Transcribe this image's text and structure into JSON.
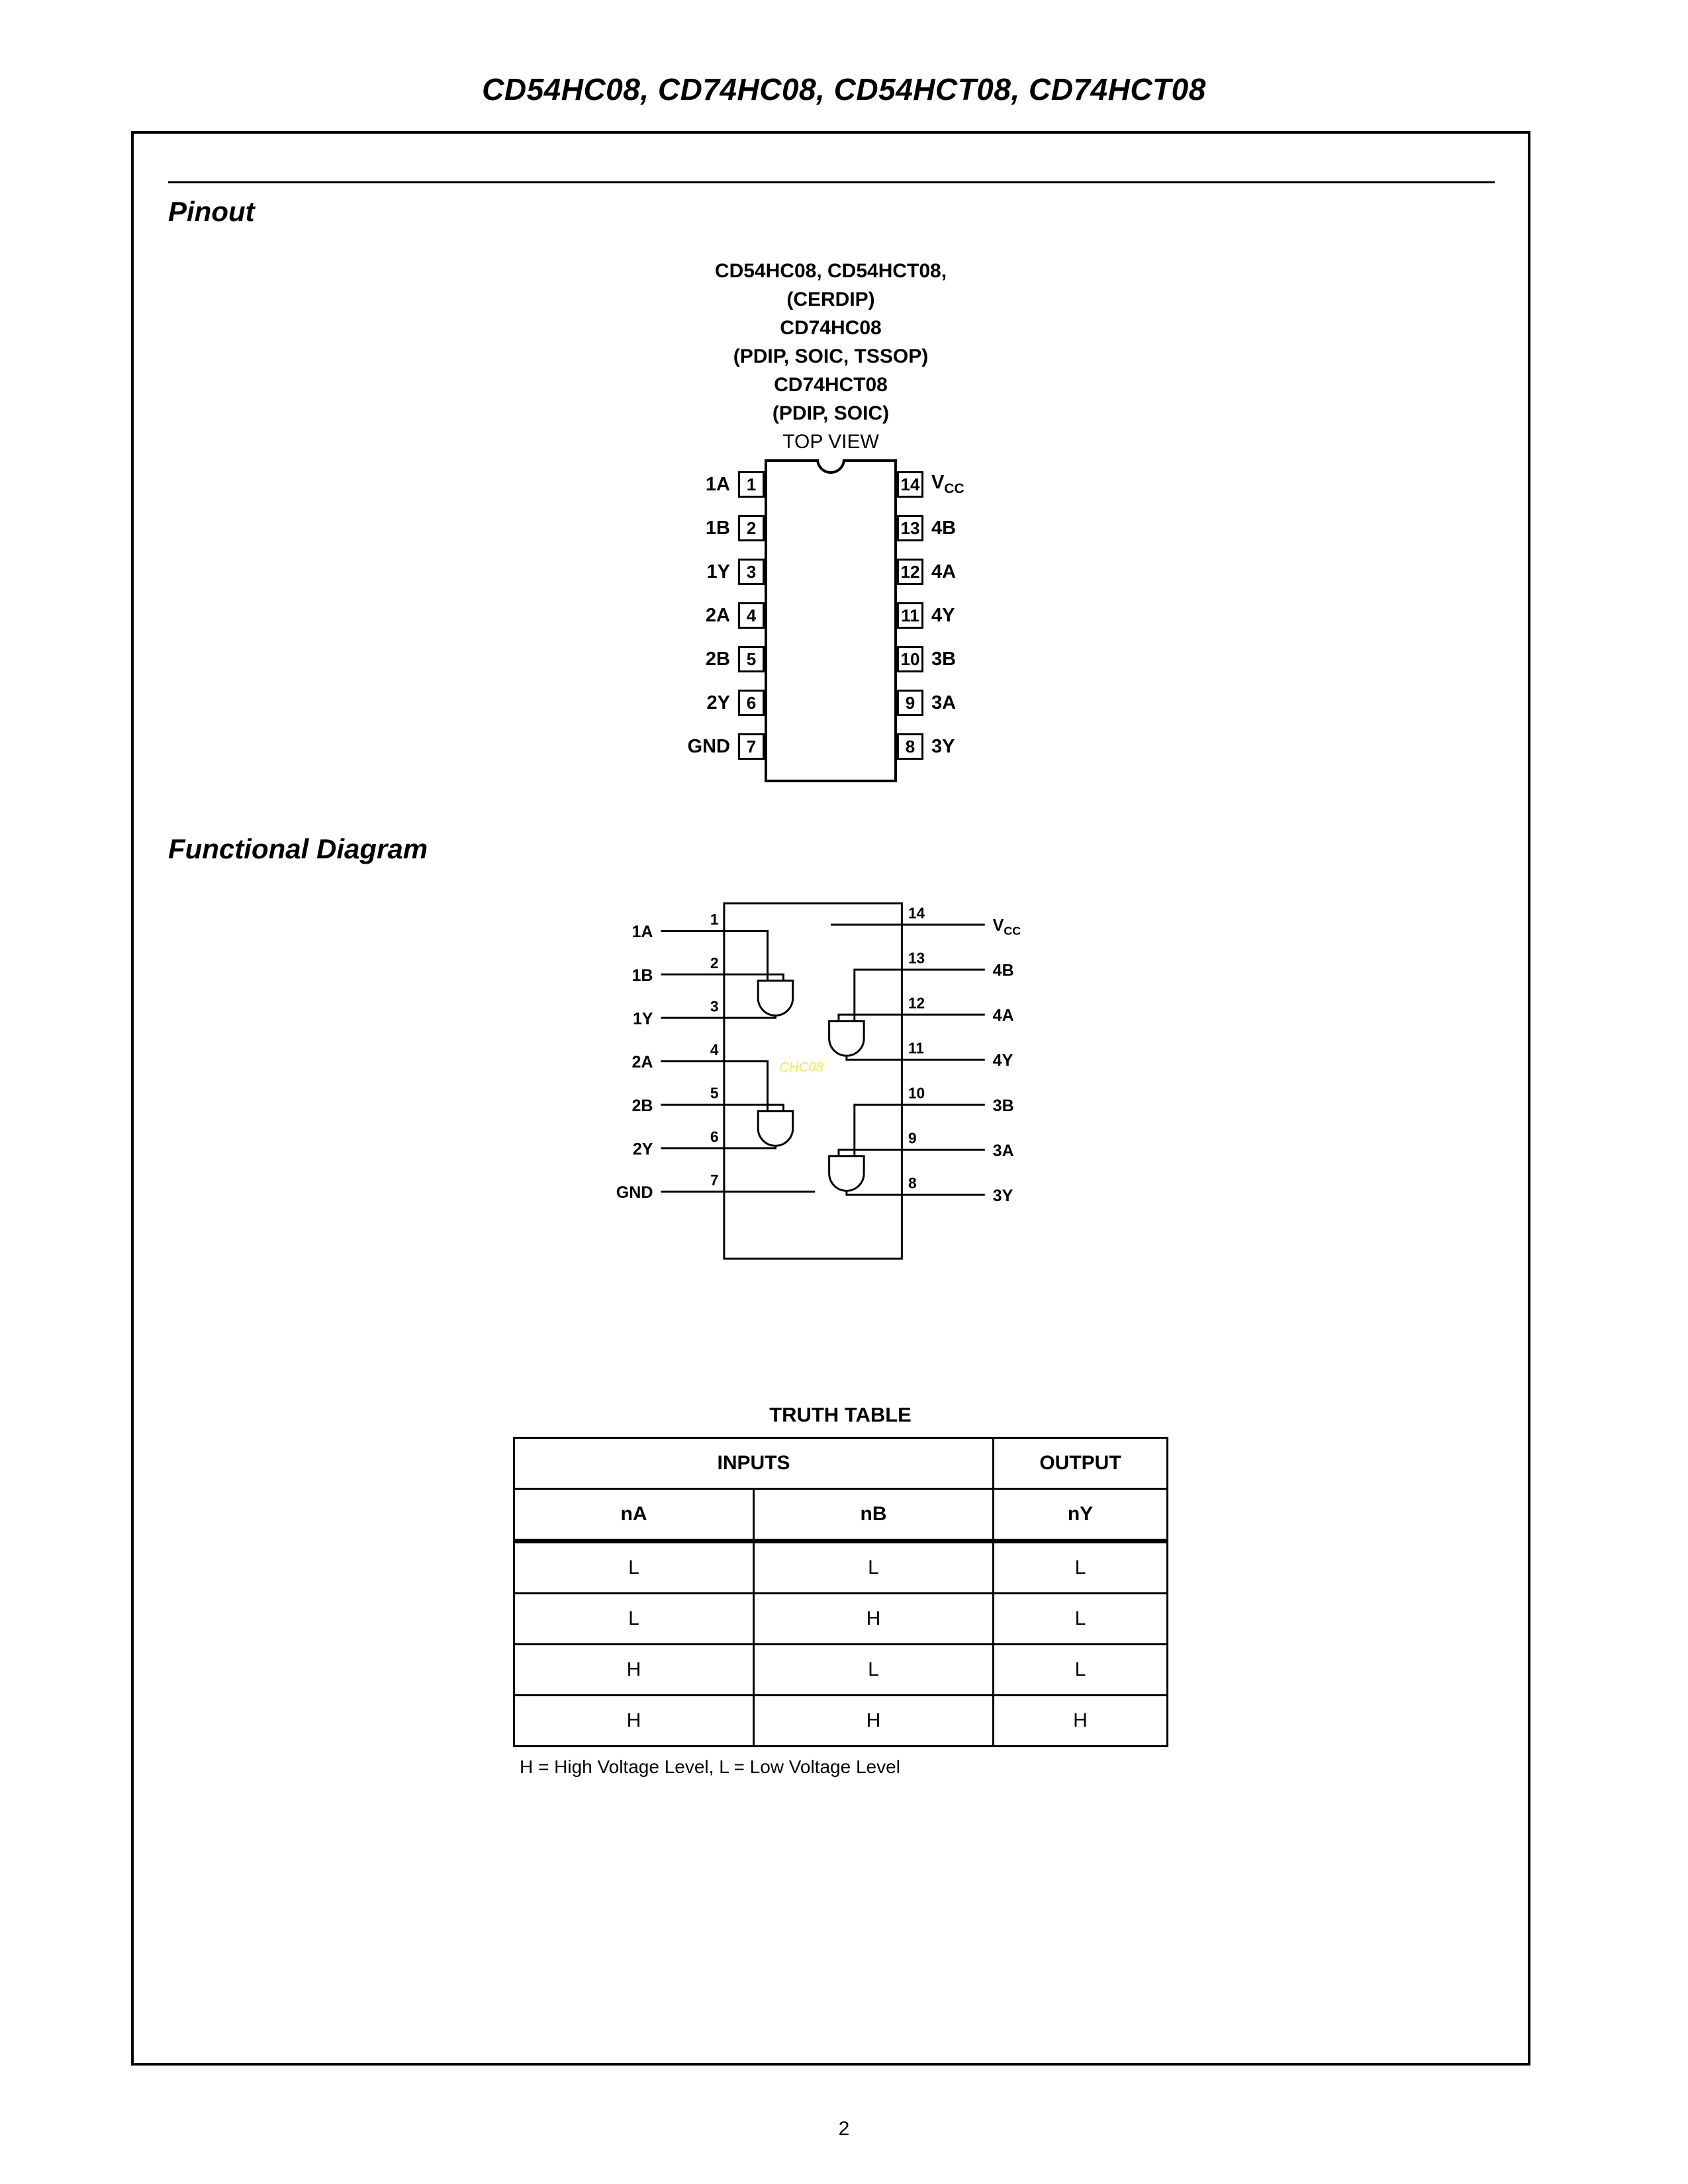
{
  "page": {
    "title": "CD54HC08, CD74HC08, CD54HCT08, CD74HCT08",
    "page_number": "2"
  },
  "pinout": {
    "section_title": "Pinout",
    "package_lines": [
      "CD54HC08, CD54HCT08,",
      "(CERDIP)",
      "CD74HC08",
      "(PDIP, SOIC, TSSOP)",
      "CD74HCT08",
      "(PDIP, SOIC)"
    ],
    "view_label": "TOP VIEW",
    "left_pins": [
      {
        "num": "1",
        "label": "1A"
      },
      {
        "num": "2",
        "label": "1B"
      },
      {
        "num": "3",
        "label": "1Y"
      },
      {
        "num": "4",
        "label": "2A"
      },
      {
        "num": "5",
        "label": "2B"
      },
      {
        "num": "6",
        "label": "2Y"
      },
      {
        "num": "7",
        "label": "GND"
      }
    ],
    "right_pins": [
      {
        "num": "14",
        "label": "V",
        "sub": "CC"
      },
      {
        "num": "13",
        "label": "4B",
        "sub": ""
      },
      {
        "num": "12",
        "label": "4A",
        "sub": ""
      },
      {
        "num": "11",
        "label": "4Y",
        "sub": ""
      },
      {
        "num": "10",
        "label": "3B",
        "sub": ""
      },
      {
        "num": "9",
        "label": "3A",
        "sub": ""
      },
      {
        "num": "8",
        "label": "3Y",
        "sub": ""
      }
    ]
  },
  "functional": {
    "section_title": "Functional Diagram",
    "watermark": "CHC08",
    "left_pins": [
      {
        "num": "1",
        "label": "1A"
      },
      {
        "num": "2",
        "label": "1B"
      },
      {
        "num": "3",
        "label": "1Y"
      },
      {
        "num": "4",
        "label": "2A"
      },
      {
        "num": "5",
        "label": "2B"
      },
      {
        "num": "6",
        "label": "2Y"
      },
      {
        "num": "7",
        "label": "GND"
      }
    ],
    "right_pins": [
      {
        "num": "14",
        "label": "V",
        "sub": "CC"
      },
      {
        "num": "13",
        "label": "4B",
        "sub": ""
      },
      {
        "num": "12",
        "label": "4A",
        "sub": ""
      },
      {
        "num": "11",
        "label": "4Y",
        "sub": ""
      },
      {
        "num": "10",
        "label": "3B",
        "sub": ""
      },
      {
        "num": "9",
        "label": "3A",
        "sub": ""
      },
      {
        "num": "8",
        "label": "3Y",
        "sub": ""
      }
    ]
  },
  "truth_table": {
    "title": "TRUTH TABLE",
    "inputs_header": "INPUTS",
    "output_header": "OUTPUT",
    "columns": [
      "nA",
      "nB",
      "nY"
    ],
    "rows": [
      [
        "L",
        "L",
        "L"
      ],
      [
        "L",
        "H",
        "L"
      ],
      [
        "H",
        "L",
        "L"
      ],
      [
        "H",
        "H",
        "H"
      ]
    ],
    "note": "H = High Voltage Level, L = Low Voltage Level"
  }
}
